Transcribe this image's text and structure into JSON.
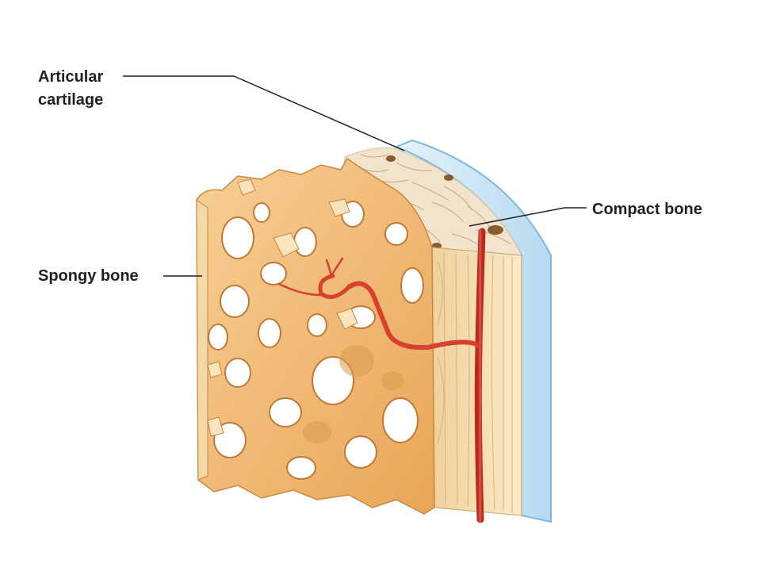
{
  "labels": {
    "articular_line1": "Articular",
    "articular_line2": "cartilage",
    "compact_bone": "Compact bone",
    "spongy_bone": "Spongy bone"
  },
  "colors": {
    "cartilage": "#cfe6f6",
    "cartilage_edge": "#7fb8e0",
    "spongy_bone": "#f3bf80",
    "spongy_bone_dark": "#d68a3c",
    "compact_bone": "#f6deb0",
    "compact_lamellae": "#d9b477",
    "blood_vessel": "#d8412f",
    "leader_line": "#231f20"
  }
}
